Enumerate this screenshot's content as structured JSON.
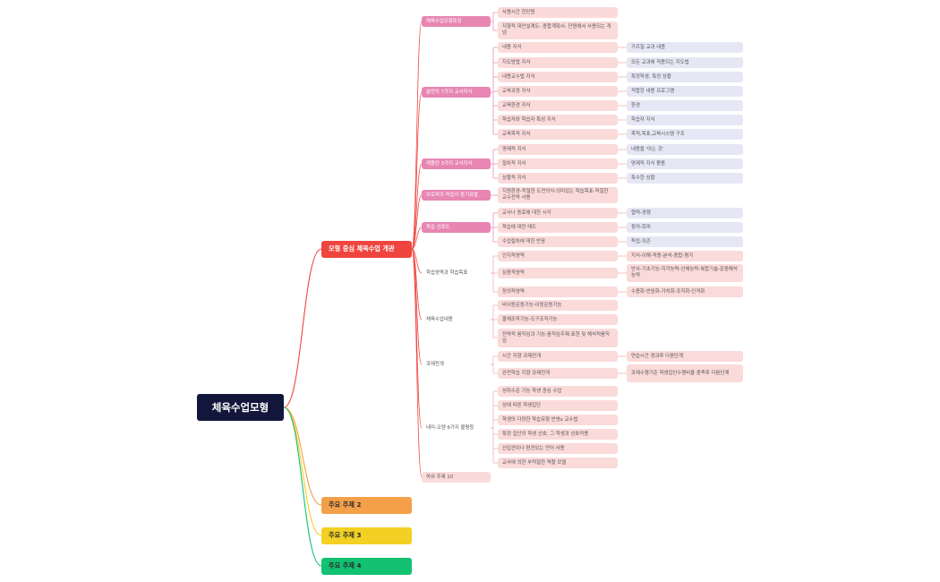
{
  "colors": {
    "root": "#11163a",
    "main_red": "#f0453f",
    "main_orange": "#f4a04a",
    "main_yellow": "#f2d024",
    "main_green": "#12c172",
    "sub_pink": "#e786b3",
    "leaf_pink": "#fbdada",
    "leaf_lavender": "#e6e7f5",
    "line_red": "#f0453f",
    "line_pink": "#e786b3",
    "line_light": "#f4a6a6"
  },
  "root": {
    "label": "체육수업모형"
  },
  "main_topics": [
    {
      "label": "모형 중심 체육수업 개관"
    },
    {
      "label": "주요 주제 2"
    },
    {
      "label": "주요 주제 3"
    },
    {
      "label": "주요 주제 4"
    }
  ],
  "subtopics": [
    {
      "label": "체육수업모형특징"
    },
    {
      "label": "슐만의 7가지 교사지식"
    },
    {
      "label": "캐틀런 3가지 교사지식"
    },
    {
      "label": "브로피의 학습자 동기유발"
    },
    {
      "label": "학습 선호도"
    },
    {
      "label": "학습영역과 학습목표"
    },
    {
      "label": "체육수업내용"
    },
    {
      "label": "과제전개"
    },
    {
      "label": "내미-오렌 6가지 불평등"
    },
    {
      "label": "하위 주제 10"
    }
  ],
  "details": [
    {
      "label": "사용시간 한단원"
    },
    {
      "label": "지향적 대안설계도- 종합계획서- 단원에서 사용되는 개념"
    },
    {
      "label": "내용 지식"
    },
    {
      "label": "지도방법 지식"
    },
    {
      "label": "내용교수법 지식"
    },
    {
      "label": "교육과정 지식"
    },
    {
      "label": "교육환경 지식"
    },
    {
      "label": "학습자와 학습자 특성 지식"
    },
    {
      "label": "교육목적 지식"
    },
    {
      "label": "명제적 지식"
    },
    {
      "label": "절차적 지식"
    },
    {
      "label": "상황적 지식"
    },
    {
      "label": "지원환경-적절한 도전의식-의미있는 학습목표-적절한 교수전략 사용"
    },
    {
      "label": "교사나 동료에 대한 시각"
    },
    {
      "label": "학습에 대한 태도"
    },
    {
      "label": "수업절차에 대한 반응"
    },
    {
      "label": "인지적영역"
    },
    {
      "label": "심동적영역"
    },
    {
      "label": "정의적영역"
    },
    {
      "label": "비이동운동기능-이동운동기능"
    },
    {
      "label": "물체조작기능-도구조작기능"
    },
    {
      "label": "전략적 움직임과 기능-움직임주제-표현 및 해석적움직임"
    },
    {
      "label": "시간 지향 과제전개"
    },
    {
      "label": "완전학습 지향 과제전개"
    },
    {
      "label": "성취수준 기능 학생 중심 수업"
    },
    {
      "label": "성에 따른 학생집단"
    },
    {
      "label": "학생의 다양한 학습유형 반영x 교수법"
    },
    {
      "label": "특정 집단의 학생 선호, 그 학생과 상호작용"
    },
    {
      "label": "선입견이나 편견있는 언어 사용"
    },
    {
      "label": "교사에 의한 부적절한 역할 모델"
    }
  ],
  "descriptions": [
    {
      "label": "가르칠 교과 내용"
    },
    {
      "label": "모든 교과에 적용되는 지도법"
    },
    {
      "label": "특정학생, 특정 상황"
    },
    {
      "label": "적합한 내용 프로그램"
    },
    {
      "label": "환경"
    },
    {
      "label": "학습자 지식"
    },
    {
      "label": "목적,목표,교육시스템 구조"
    },
    {
      "label": "내용을 '아는 것'"
    },
    {
      "label": "명제적 지식 활용"
    },
    {
      "label": "특수한 상황"
    },
    {
      "label": "협력-경쟁"
    },
    {
      "label": "참여-회피"
    },
    {
      "label": "독립-의존"
    },
    {
      "label": "지식-이해-적용-분석-종합-평가"
    },
    {
      "label": "반사-기초기능-지각능력-신체능력-복합기술-운동해석능력"
    },
    {
      "label": "수용화-반응화-가치화-조직화-인격화"
    },
    {
      "label": "연습시간 경과후 다음단계"
    },
    {
      "label": "과제수행기준 학생집단수행비율 충족후 다음단계"
    }
  ]
}
